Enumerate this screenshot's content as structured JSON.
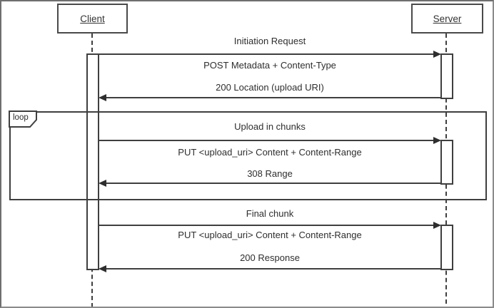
{
  "diagram_type": "uml-sequence",
  "actors": [
    {
      "name": "Client"
    },
    {
      "name": "Server"
    }
  ],
  "loop": {
    "label": "loop",
    "encloses_section_index": 1
  },
  "sections": [
    {
      "title": "Initiation Request",
      "request": "POST Metadata + Content-Type",
      "response": "200 Location (upload URI)",
      "request_from": "Client",
      "request_to": "Server",
      "response_from": "Server",
      "response_to": "Client"
    },
    {
      "title": "Upload in chunks",
      "request": "PUT <upload_uri> Content + Content-Range",
      "response": "308 Range",
      "request_from": "Client",
      "request_to": "Server",
      "response_from": "Server",
      "response_to": "Client"
    },
    {
      "title": "Final chunk",
      "request": "PUT <upload_uri> Content + Content-Range",
      "response": "200 Response",
      "request_from": "Client",
      "request_to": "Server",
      "response_from": "Server",
      "response_to": "Client"
    }
  ],
  "colors": {
    "line": "#3f3f3f",
    "text": "#2e2e2e",
    "background": "#ffffff",
    "outer_border": "#8a8a8a"
  }
}
